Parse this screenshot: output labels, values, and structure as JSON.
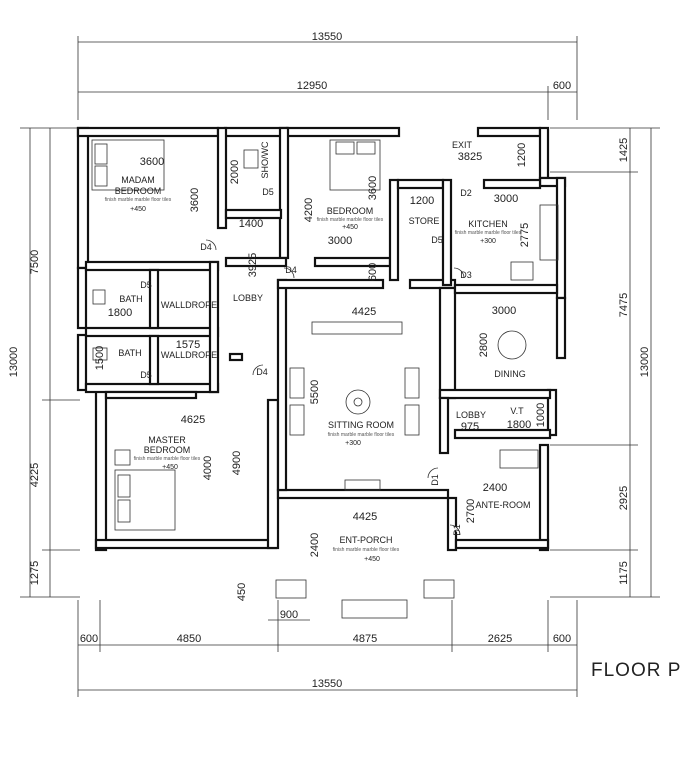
{
  "title": "FLOOR PL",
  "dims_top": {
    "overall": "13550",
    "inner": "12950",
    "offset_right": "600"
  },
  "dims_bottom": {
    "overall": "13550",
    "seg": [
      "600",
      "4850",
      "4875",
      "2625",
      "600"
    ],
    "step": "900",
    "step_h": "450"
  },
  "dims_left": {
    "overall": "13000",
    "upper": "7500",
    "lower": "4225",
    "base": "1275"
  },
  "dims_right": {
    "overall": "13000",
    "upper": "1425",
    "mid": "7475",
    "lower": "2925",
    "base": "1175"
  },
  "rooms": {
    "madam": {
      "name1": "MADAM",
      "name2": "BEDROOM",
      "w": "3600",
      "h": "3600",
      "lvl": "+450"
    },
    "bedroom": {
      "name": "BEDROOM",
      "w": "3000",
      "h": "4200",
      "h2": "3600",
      "lvl": "+450"
    },
    "sho": {
      "name": "SHO/WC",
      "h": "2000",
      "w": "1400"
    },
    "exit": {
      "name": "EXIT",
      "w": "3825",
      "h": "1200"
    },
    "store": {
      "name": "STORE",
      "w": "1200"
    },
    "kitchen": {
      "name": "KITCHEN",
      "w": "3000",
      "h": "2775",
      "lvl": "+300"
    },
    "bath1": {
      "name": "BATH",
      "w": "1800"
    },
    "bath2": {
      "name": "BATH",
      "h": "1500"
    },
    "walldrope1": "WALLDROPE",
    "walldrope2": "WALLDROPE",
    "walldrope_w": "1575",
    "lobby": {
      "name": "LOBBY",
      "h": "3925"
    },
    "sitting": {
      "name": "SITTING ROOM",
      "w": "4425",
      "h": "5500",
      "lvl": "+300"
    },
    "dining": {
      "name": "DINING",
      "w": "3000",
      "h": "2800"
    },
    "lobby2": {
      "name": "LOBBY",
      "w": "975"
    },
    "vt": {
      "name": "V.T",
      "w": "1800",
      "h": "1000"
    },
    "master": {
      "name1": "MASTER",
      "name2": "BEDROOM",
      "w": "4625",
      "h": "4000",
      "h2": "4900",
      "lvl": "+450"
    },
    "ante": {
      "name": "ANTE-ROOM",
      "w": "2400",
      "h": "2700"
    },
    "porch": {
      "name": "ENT-PORCH",
      "w": "4425",
      "h": "2400",
      "lvl": "+450"
    },
    "spare": "600"
  },
  "doors": [
    "D5",
    "D4",
    "D4",
    "D2",
    "D5",
    "D3",
    "D5",
    "D5",
    "D4",
    "D1",
    "D1"
  ],
  "note": "finish marble marble floor tiles"
}
